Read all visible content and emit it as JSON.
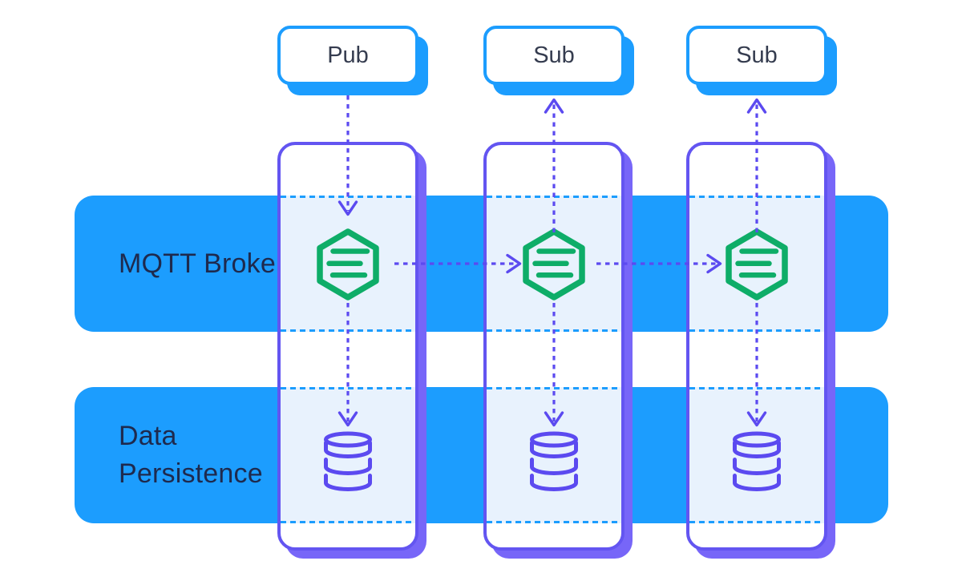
{
  "colors": {
    "blue": "#1C9DFE",
    "light_blue": "#E8F2FD",
    "purple": "#6355F1",
    "purple_shadow": "#7766F8",
    "arrow_purple": "#5B4AF0",
    "green": "#0EAD68",
    "band_text": "#1E2A4E",
    "box_text": "#353C4F"
  },
  "clients": [
    {
      "label": "Pub"
    },
    {
      "label": "Sub"
    },
    {
      "label": "Sub"
    }
  ],
  "bands": [
    {
      "label": "MQTT Broker"
    },
    {
      "label": "Data Persistence"
    }
  ],
  "icons": {
    "broker": "emqx-broker-hexagon-icon",
    "persistence": "database-icon"
  }
}
